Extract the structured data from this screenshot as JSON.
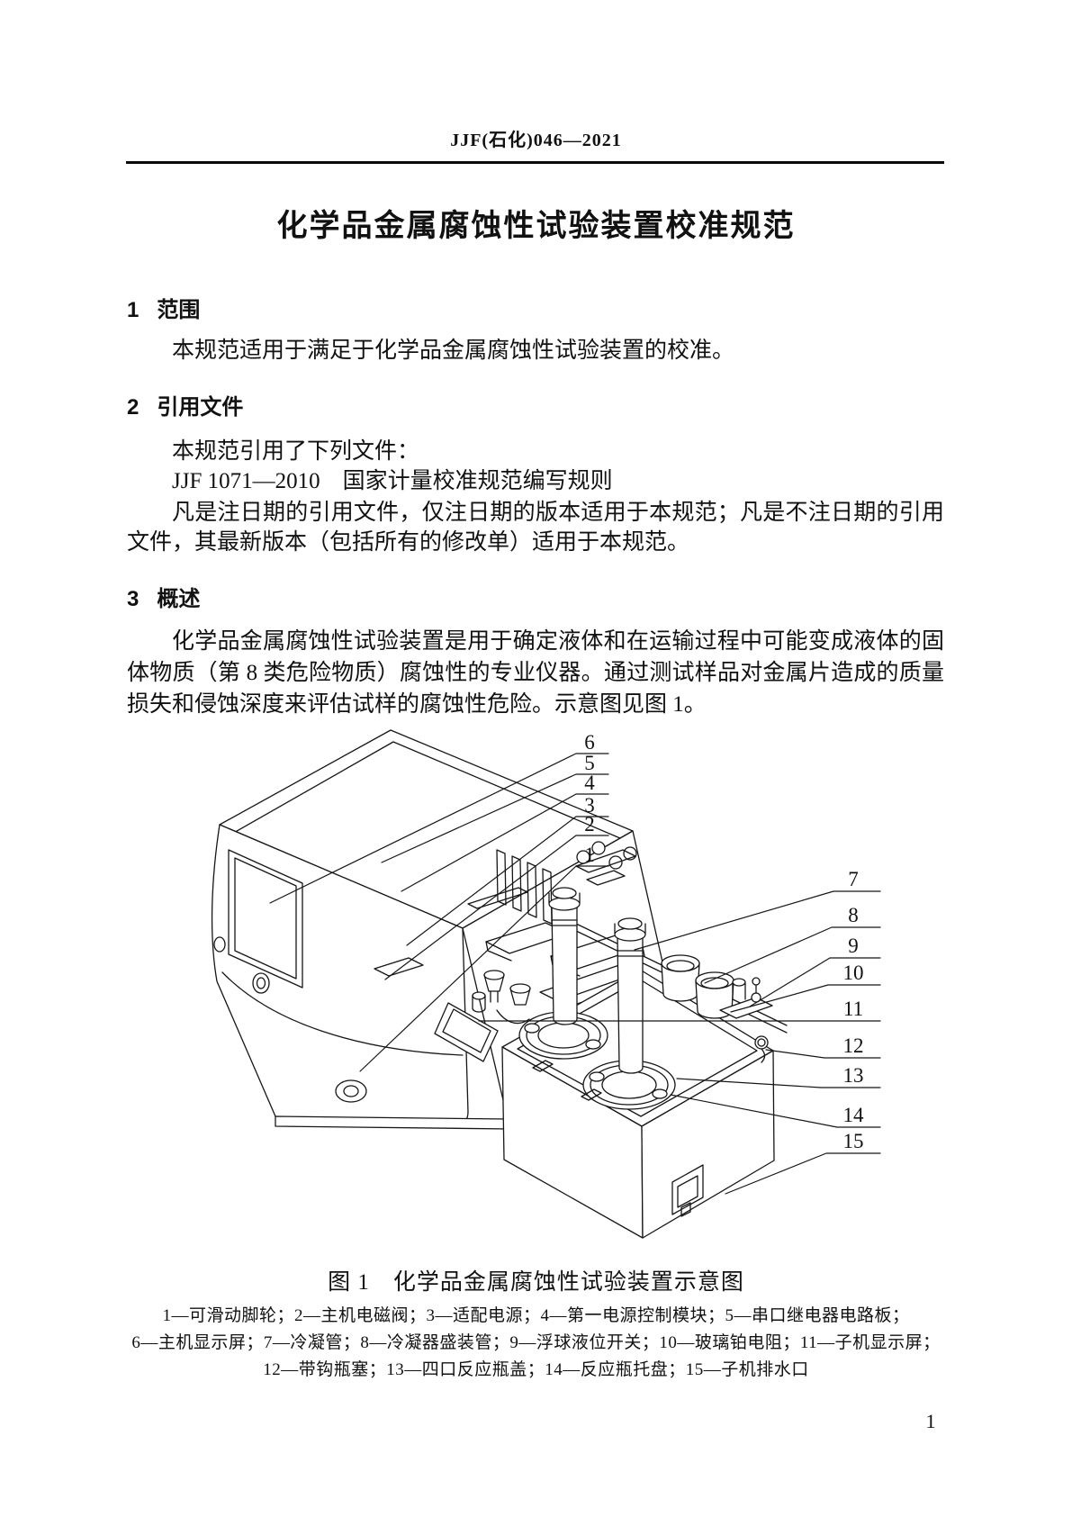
{
  "page": {
    "header": "JJF(石化)046—2021",
    "page_number": "1"
  },
  "title": "化学品金属腐蚀性试验装置校准规范",
  "sections": [
    {
      "num": "1",
      "heading": "范围",
      "p1": "本规范适用于满足于化学品金属腐蚀性试验装置的校准。"
    },
    {
      "num": "2",
      "heading": "引用文件",
      "p1": "本规范引用了下列文件：",
      "p2": "JJF 1071—2010　国家计量校准规范编写规则",
      "p3": "凡是注日期的引用文件，仅注日期的版本适用于本规范；凡是不注日期的引用文件，其最新版本（包括所有的修改单）适用于本规范。"
    },
    {
      "num": "3",
      "heading": "概述",
      "p1": "化学品金属腐蚀性试验装置是用于确定液体和在运输过程中可能变成液体的固体物质（第 8 类危险物质）腐蚀性的专业仪器。通过测试样品对金属片造成的质量损失和侵蚀深度来评估试样的腐蚀性危险。示意图见图 1。"
    }
  ],
  "figure": {
    "caption": "图 1　化学品金属腐蚀性试验装置示意图",
    "legend_lines": [
      "1—可滑动脚轮；2—主机电磁阀；3—适配电源；4—第一电源控制模块；5—串口继电器电路板；",
      "6—主机显示屏；7—冷凝管；8—冷凝器盛装管；9—浮球液位开关；10—玻璃铂电阻；11—子机显示屏；",
      "12—带钩瓶塞；13—四口反应瓶盖；14—反应瓶托盘；15—子机排水口"
    ],
    "callouts": [
      "1",
      "2",
      "3",
      "4",
      "5",
      "6",
      "7",
      "8",
      "9",
      "10",
      "11",
      "12",
      "13",
      "14",
      "15"
    ]
  }
}
